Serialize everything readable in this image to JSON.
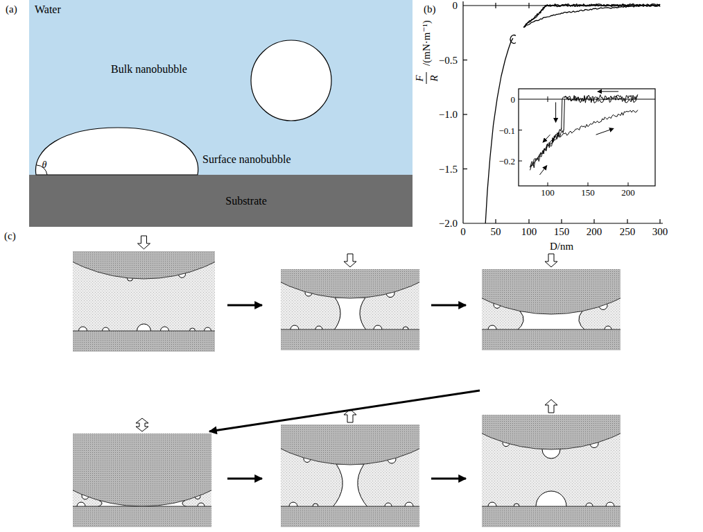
{
  "diagram": {
    "labels": [
      "(a)",
      "Water",
      "Bulk nanobubble",
      "Surface nanobubble",
      "Substrate",
      "θ",
      "(b)",
      "0",
      "−0.5",
      "−1.0",
      "−1.5",
      "−2.0",
      "F",
      "R",
      "/(mN·m⁻¹)",
      "0",
      "50",
      "100",
      "150",
      "200",
      "250",
      "300",
      "D/nm",
      "0",
      "−0.1",
      "−0.2",
      "100",
      "150",
      "200",
      "(c)"
    ]
  }
}
